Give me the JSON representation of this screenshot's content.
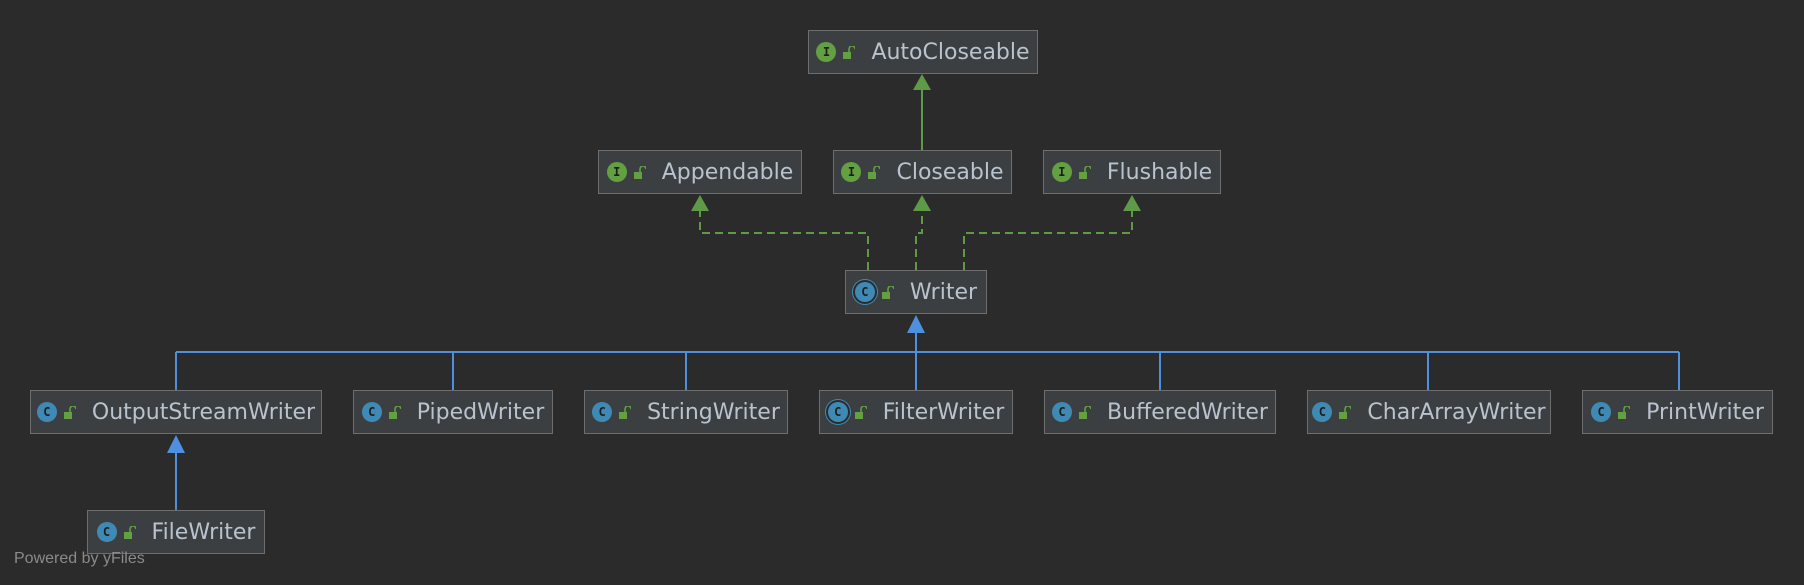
{
  "colors": {
    "background": "#2b2b2b",
    "node_fill": "#3c3f41",
    "node_border": "#6e6e6e",
    "node_text": "#b9c3ce",
    "interface_badge": "#62a041",
    "class_badge": "#3f8ab4",
    "implements_edge": "#5f9b46",
    "extends_edge": "#4f8fe0"
  },
  "nodes": {
    "autocloseable": {
      "label": "AutoCloseable",
      "kind": "interface",
      "badge": "I"
    },
    "appendable": {
      "label": "Appendable",
      "kind": "interface",
      "badge": "I"
    },
    "closeable": {
      "label": "Closeable",
      "kind": "interface",
      "badge": "I"
    },
    "flushable": {
      "label": "Flushable",
      "kind": "interface",
      "badge": "I"
    },
    "writer": {
      "label": "Writer",
      "kind": "abstract",
      "badge": "C"
    },
    "outputstreamwriter": {
      "label": "OutputStreamWriter",
      "kind": "class",
      "badge": "C"
    },
    "pipedwriter": {
      "label": "PipedWriter",
      "kind": "class",
      "badge": "C"
    },
    "stringwriter": {
      "label": "StringWriter",
      "kind": "class",
      "badge": "C"
    },
    "filterwriter": {
      "label": "FilterWriter",
      "kind": "abstract",
      "badge": "C"
    },
    "bufferedwriter": {
      "label": "BufferedWriter",
      "kind": "class",
      "badge": "C"
    },
    "chararraywriter": {
      "label": "CharArrayWriter",
      "kind": "class",
      "badge": "C"
    },
    "printwriter": {
      "label": "PrintWriter",
      "kind": "class",
      "badge": "C"
    },
    "filewriter": {
      "label": "FileWriter",
      "kind": "class",
      "badge": "C"
    }
  },
  "edges": [
    {
      "from": "Closeable",
      "to": "AutoCloseable",
      "type": "extends-interface"
    },
    {
      "from": "Writer",
      "to": "Appendable",
      "type": "implements"
    },
    {
      "from": "Writer",
      "to": "Closeable",
      "type": "implements"
    },
    {
      "from": "Writer",
      "to": "Flushable",
      "type": "implements"
    },
    {
      "from": "OutputStreamWriter",
      "to": "Writer",
      "type": "extends"
    },
    {
      "from": "PipedWriter",
      "to": "Writer",
      "type": "extends"
    },
    {
      "from": "StringWriter",
      "to": "Writer",
      "type": "extends"
    },
    {
      "from": "FilterWriter",
      "to": "Writer",
      "type": "extends"
    },
    {
      "from": "BufferedWriter",
      "to": "Writer",
      "type": "extends"
    },
    {
      "from": "CharArrayWriter",
      "to": "Writer",
      "type": "extends"
    },
    {
      "from": "PrintWriter",
      "to": "Writer",
      "type": "extends"
    },
    {
      "from": "FileWriter",
      "to": "OutputStreamWriter",
      "type": "extends"
    }
  ],
  "footer": "Powered by yFiles"
}
